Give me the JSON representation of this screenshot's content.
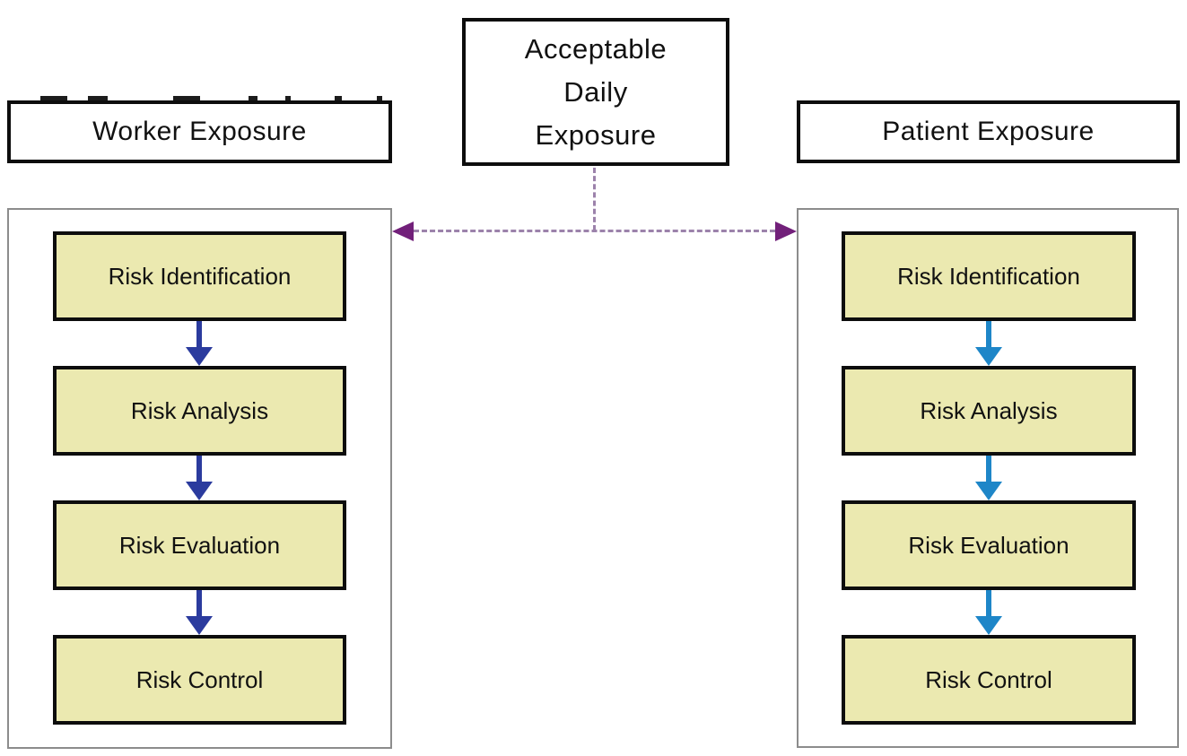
{
  "title_box": {
    "lines": [
      "Acceptable",
      "Daily",
      "Exposure"
    ]
  },
  "left_column": {
    "header": "Worker Exposure",
    "steps": [
      "Risk Identification",
      "Risk Analysis",
      "Risk Evaluation",
      "Risk Control"
    ]
  },
  "right_column": {
    "header": "Patient Exposure",
    "steps": [
      "Risk Identification",
      "Risk Analysis",
      "Risk Evaluation",
      "Risk Control"
    ]
  },
  "colors": {
    "step_fill": "#ebe9b0",
    "box_border": "#0d0d0d",
    "panel_border": "#8c8c8c",
    "left_arrow": "#2b3b9e",
    "right_arrow": "#1e86c8",
    "connector_line": "#9c82ab",
    "connector_arrowhead": "#72207a"
  }
}
